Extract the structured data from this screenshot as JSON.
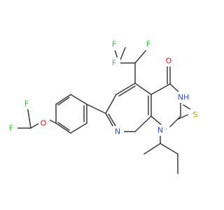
{
  "molecule": {
    "atom_labels": {
      "F_cf3_left": "F",
      "F_cf3_right": "F",
      "F_cf3_bottom": "F",
      "O_carbonyl": "O",
      "N3H": "NH",
      "S_thione": "S",
      "N1": "N",
      "N8": "N",
      "O_ether": "O",
      "F_chf2_top": "F",
      "F_chf2_left": "F"
    },
    "colors": {
      "bond": "#3a3a3a",
      "F": "#33cc33",
      "O": "#ff0d0d",
      "N": "#3050f8",
      "S": "#b7a800"
    }
  }
}
